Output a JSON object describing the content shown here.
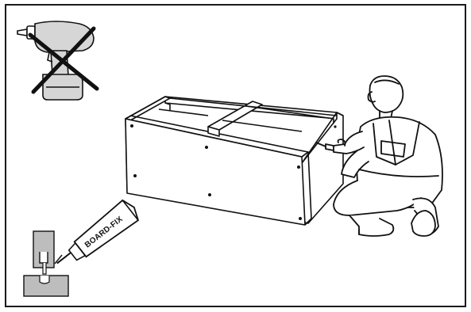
{
  "illustration": {
    "glue_tube_label": "BOARD-FIX",
    "icons": {
      "no_power_drill": "crossed-out-drill-icon",
      "glue_tube": "glue-tube-icon",
      "worker": "kneeling-worker-figure",
      "cabinet": "cabinet-frame-drawing",
      "glue_detail": "glue-joint-detail"
    },
    "colors": {
      "ink": "#111111",
      "wood_grey": "#bdbdbd",
      "drill_grey": "#d6d6d6",
      "background": "#ffffff"
    }
  }
}
